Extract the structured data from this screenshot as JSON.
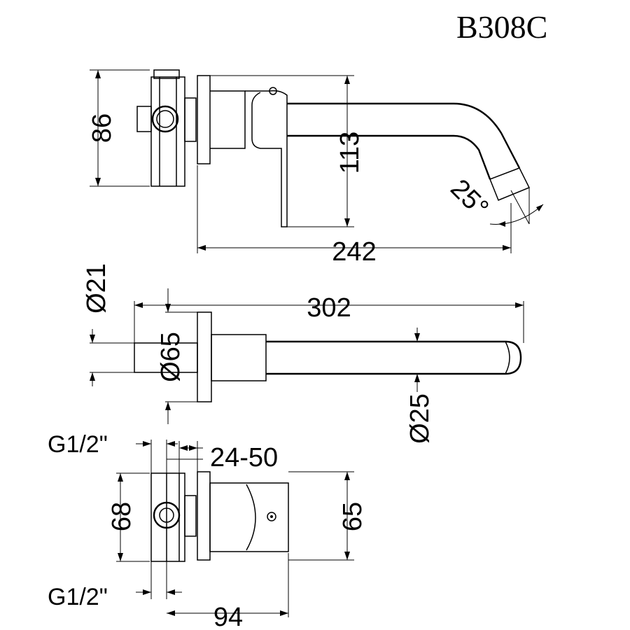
{
  "model": "B308C",
  "views": {
    "side": {
      "dim_height_box": "86",
      "dim_height_total": "113",
      "dim_projection": "242",
      "dim_angle": "25°"
    },
    "top": {
      "dim_inlet_dia": "Ø21",
      "dim_flange_dia": "Ø65",
      "dim_length": "302",
      "dim_spout_dia": "Ø25"
    },
    "bottom": {
      "dim_thread_top": "G1/2\"",
      "dim_thread_bottom": "G1/2\"",
      "dim_adjust": "24-50",
      "dim_height_left": "68",
      "dim_height_right": "65",
      "dim_depth": "94"
    }
  }
}
